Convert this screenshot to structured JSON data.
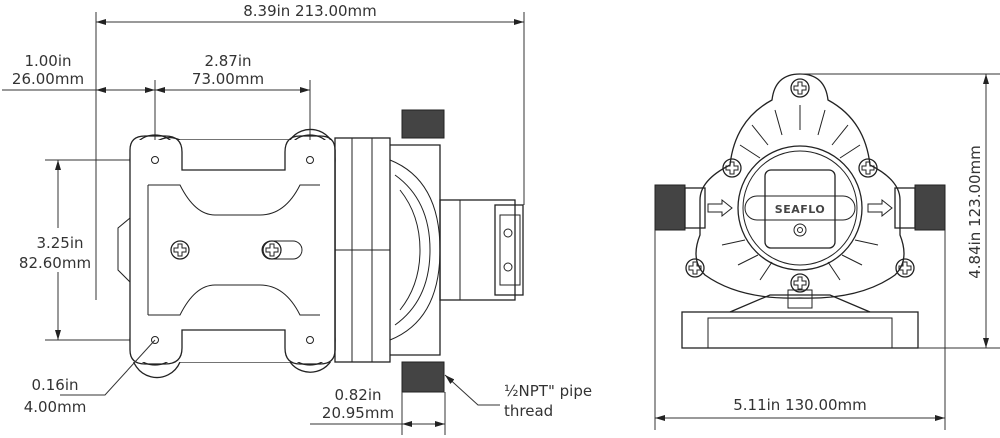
{
  "dimensions": {
    "overall_length": "8.39in  213.00mm",
    "edge_to_hole_in": "1.00in",
    "edge_to_hole_mm": "26.00mm",
    "hole_spacing_in": "2.87in",
    "hole_spacing_mm": "73.00mm",
    "hole_vertical_in": "3.25in",
    "hole_vertical_mm": "82.60mm",
    "hole_diameter_in": "0.16in",
    "hole_diameter_mm": "4.00mm",
    "port_length_in": "0.82in",
    "port_length_mm": "20.95mm",
    "thread_label_1": "½NPT\" pipe",
    "thread_label_2": "thread",
    "front_width": "5.11in  130.00mm",
    "front_height": "4.84in  123.00mm"
  },
  "logo": "SEAFLO"
}
